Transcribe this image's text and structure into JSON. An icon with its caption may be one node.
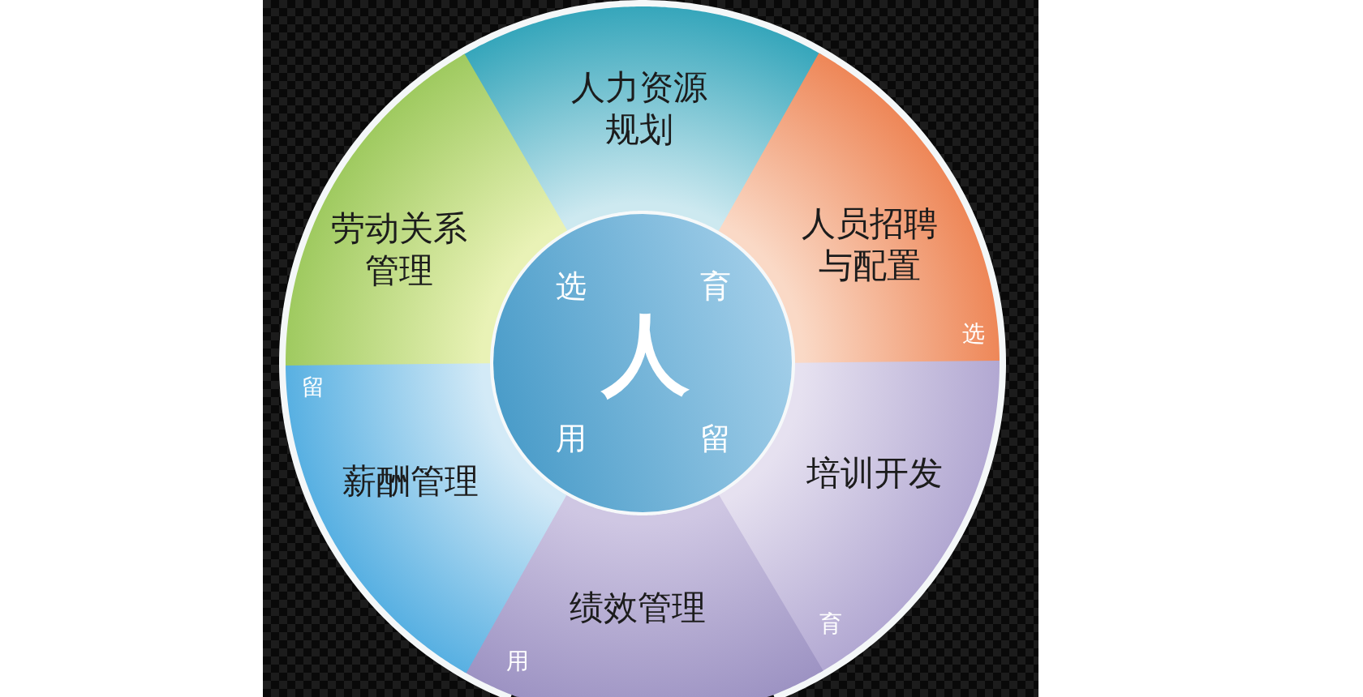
{
  "diagram": {
    "nodes": [
      {
        "text": [
          "选",
          "育",
          "人",
          "用",
          "留"
        ]
      },
      {
        "text": [
          "人力资源规划"
        ]
      },
      {
        "text": [
          "人员招聘与配置"
        ]
      },
      {
        "text": [
          "培训开发"
        ]
      },
      {
        "text": [
          "绩效管理"
        ]
      },
      {
        "text": [
          "薪酬管理"
        ]
      },
      {
        "text": [
          "劳动关系管理"
        ]
      }
    ],
    "labels": [
      "选",
      "留",
      "育",
      "用"
    ]
  }
}
